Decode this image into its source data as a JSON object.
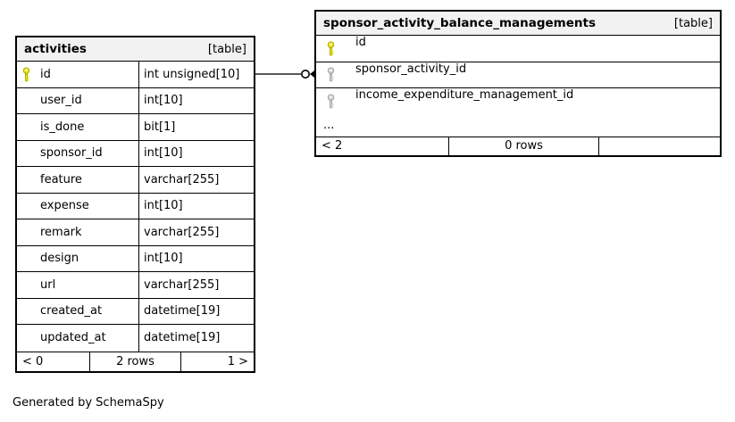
{
  "diagram": {
    "generator_note": "Generated by SchemaSpy"
  },
  "colors": {
    "header-bg": "#f2f2f2",
    "border": "#000000",
    "connector": "#404040",
    "primary-key": "#e4e400",
    "primary-key-stroke": "#a8a800",
    "foreign-key": "#d4d4d4",
    "foreign-key-stroke": "#9e9e9e"
  },
  "tables": [
    {
      "name": "activities",
      "tag": "[table]",
      "columns": [
        {
          "name": "id",
          "type": "int unsigned[10]",
          "key": "primary-key"
        },
        {
          "name": "user_id",
          "type": "int[10]"
        },
        {
          "name": "is_done",
          "type": "bit[1]"
        },
        {
          "name": "sponsor_id",
          "type": "int[10]"
        },
        {
          "name": "feature",
          "type": "varchar[255]"
        },
        {
          "name": "expense",
          "type": "int[10]"
        },
        {
          "name": "remark",
          "type": "varchar[255]"
        },
        {
          "name": "design",
          "type": "int[10]"
        },
        {
          "name": "url",
          "type": "varchar[255]"
        },
        {
          "name": "created_at",
          "type": "datetime[19]"
        },
        {
          "name": "updated_at",
          "type": "datetime[19]"
        }
      ],
      "pager": {
        "prev": "< 0",
        "rows": "2 rows",
        "next": "1 >"
      }
    },
    {
      "name": "sponsor_activity_balance_managements",
      "tag": "[table]",
      "columns": [
        {
          "name": "id",
          "key": "primary-key"
        },
        {
          "name": "sponsor_activity_id",
          "key": "foreign-key"
        },
        {
          "name": "income_expenditure_management_id",
          "key": "foreign-key"
        }
      ],
      "ellipsis": "...",
      "pager": {
        "prev": "< 2",
        "rows": "0 rows",
        "next": ""
      }
    }
  ],
  "relationship": {
    "from_table": "activities",
    "from_column": "id",
    "to_table": "sponsor_activity_balance_managements",
    "to_column": "sponsor_activity_id",
    "end_symbol": "zero-or-many"
  }
}
